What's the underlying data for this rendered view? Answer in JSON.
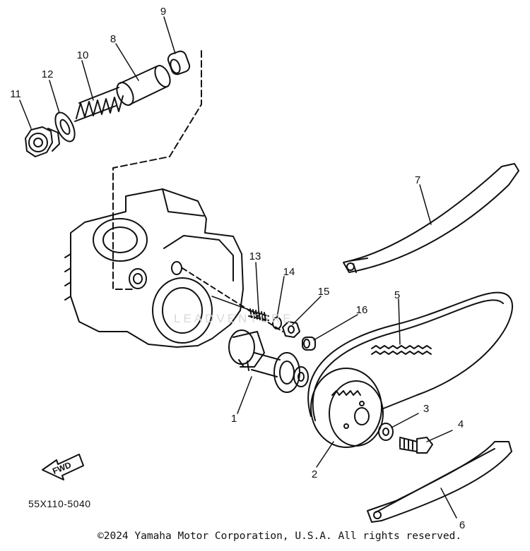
{
  "diagram": {
    "part_numbers": [
      "1",
      "2",
      "3",
      "4",
      "5",
      "6",
      "7",
      "8",
      "9",
      "10",
      "11",
      "12",
      "13",
      "14",
      "15",
      "16"
    ],
    "figure_code": "55X110-5040",
    "fwd_label": "FWD",
    "copyright": "©2024 Yamaha Motor Corporation, U.S.A. All rights reserved.",
    "watermark": "LEADVENTURE",
    "colors": {
      "ink": "#111111",
      "paper": "#ffffff",
      "watermark": "#d8d8d8"
    }
  }
}
